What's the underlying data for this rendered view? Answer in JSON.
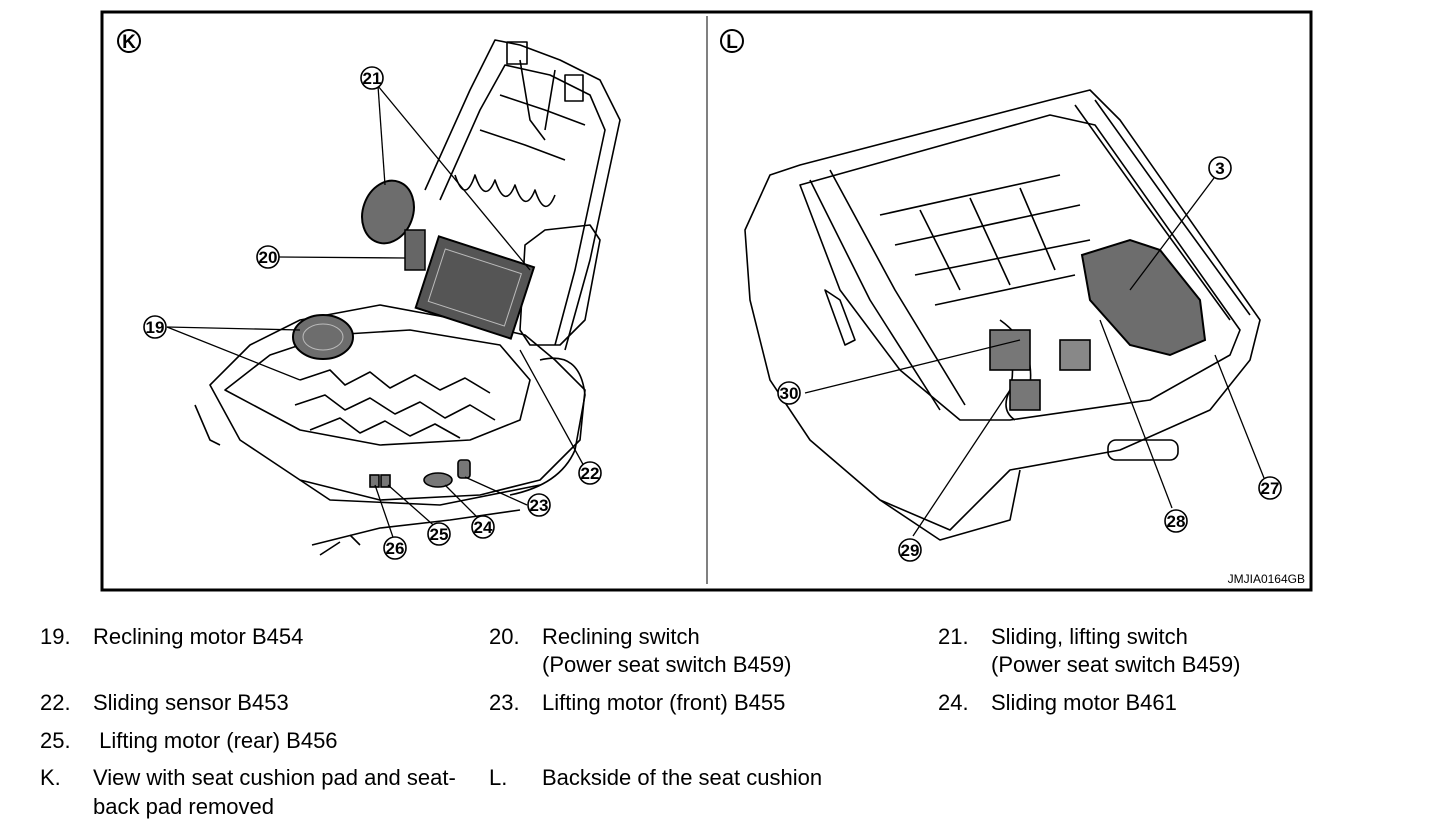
{
  "figure": {
    "image_code": "JMJIA0164GB",
    "panels": [
      {
        "letter": "K"
      },
      {
        "letter": "L"
      }
    ],
    "callouts": {
      "c19": "19",
      "c20": "20",
      "c21": "21",
      "c22": "22",
      "c23": "23",
      "c24": "24",
      "c25": "25",
      "c26": "26",
      "c3": "3",
      "c27": "27",
      "c28": "28",
      "c29": "29",
      "c30": "30"
    }
  },
  "legend": [
    {
      "num": "19.",
      "text": "Reclining motor B454"
    },
    {
      "num": "20.",
      "text": "Reclining switch",
      "text2": "(Power seat switch B459)"
    },
    {
      "num": "21.",
      "text": "Sliding, lifting switch",
      "text2": "(Power seat switch B459)"
    },
    {
      "num": "22.",
      "text": "Sliding sensor B453"
    },
    {
      "num": "23.",
      "text": "Lifting motor (front) B455"
    },
    {
      "num": "24.",
      "text": "Sliding motor B461"
    },
    {
      "num": "25.",
      "text": " Lifting motor (rear) B456"
    },
    {
      "num": "K.",
      "text": "View with seat cushion pad and seat-",
      "text2": "back pad removed"
    },
    {
      "num": "L.",
      "text": "Backside of the seat cushion"
    }
  ]
}
